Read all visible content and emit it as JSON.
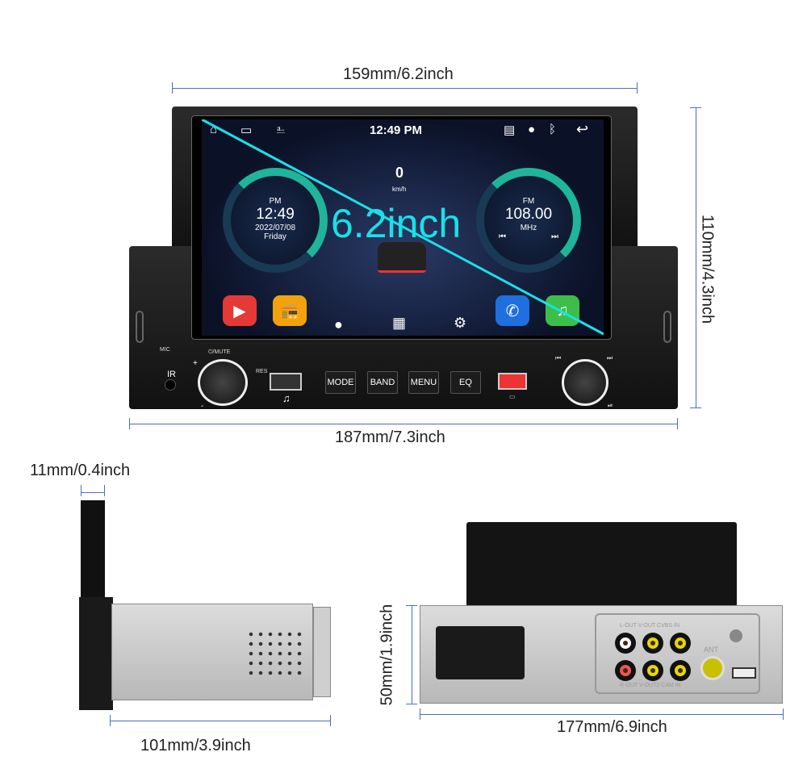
{
  "dimensions": {
    "width_top": "159mm/6.2inch",
    "height_front": "110mm/4.3inch",
    "width_front": "187mm/7.3inch",
    "plate_thickness": "11mm/0.4inch",
    "depth": "101mm/3.9inch",
    "rear_height": "50mm/1.9inch",
    "rear_width": "177mm/6.9inch",
    "screen_diag": "6.2inch"
  },
  "status_bar": {
    "time": "12:49 PM"
  },
  "speed": {
    "value": "0",
    "unit": "km/h"
  },
  "clock_gauge": {
    "ampm": "PM",
    "time": "12:49",
    "date": "2022/07/08",
    "day": "Friday"
  },
  "radio_gauge": {
    "band": "FM",
    "freq": "108.00",
    "unit": "MHz"
  },
  "panel": {
    "mic": "MIC",
    "ir": "IR",
    "power_mute": "⏻/MUTE",
    "plus": "+",
    "minus": "-",
    "res": "RES",
    "mode": "MODE",
    "band": "BAND",
    "menu": "MENU",
    "eq": "EQ",
    "prev": "⏮",
    "next": "⏭",
    "playpause": "⏯"
  },
  "rear": {
    "top_labels": "L-OUT V-OUT CVBS IN",
    "bottom_labels": "R-OUT V-OUT2 CAM IN",
    "ant": "ANT"
  },
  "colors": {
    "dim_line": "#4a6fc0",
    "diag": "#19e0e8",
    "gauge": "#1fb59a"
  }
}
